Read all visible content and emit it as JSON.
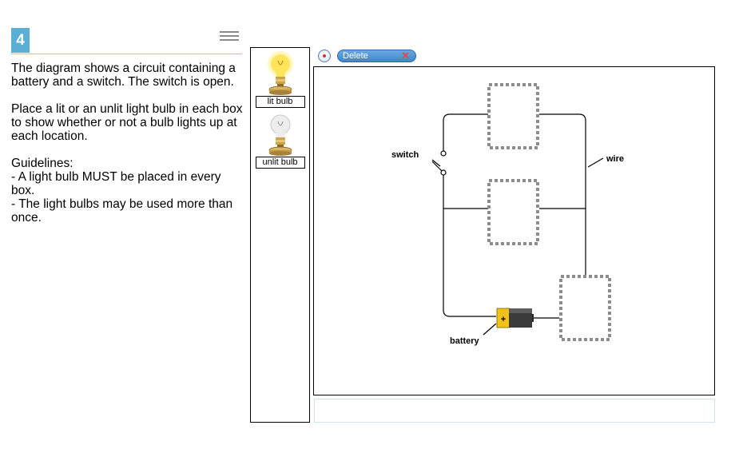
{
  "question": {
    "number": "4",
    "paragraphs": [
      "The diagram shows a circuit containing a battery and a switch. The switch is open.",
      "Place a lit or an unlit light bulb in each box to show whether or not a bulb lights up at each location."
    ],
    "guidelines_title": "Guidelines:",
    "guidelines": [
      " - A light bulb MUST be placed in every box.",
      " - The light bulbs may be used more than once."
    ]
  },
  "palette": {
    "items": [
      {
        "label": "lit bulb",
        "icon": "lit-bulb-icon"
      },
      {
        "label": "unlit bulb",
        "icon": "unlit-bulb-icon"
      }
    ]
  },
  "toolbar": {
    "delete_label": "Delete",
    "delete_icon": "close-icon"
  },
  "diagram": {
    "switch_label": "switch",
    "wire_label": "wire",
    "battery_label": "battery",
    "battery_sign": "+",
    "drop_boxes": 3
  },
  "colors": {
    "accent": "#5aafd5",
    "delete_button": "#3f86cc",
    "battery": "#f2c21b"
  }
}
